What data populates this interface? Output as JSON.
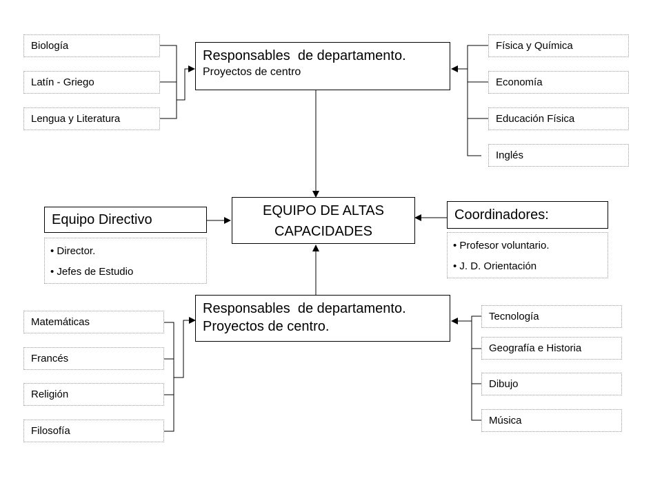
{
  "top_center": {
    "title": "Responsables  de departamento.",
    "subtitle": "Proyectos de centro"
  },
  "top_left_depts": [
    "Biología",
    "Latín - Griego",
    "Lengua y Literatura"
  ],
  "top_right_depts": [
    "Física y Química",
    "Economía",
    "Educación Física",
    "Inglés"
  ],
  "center": {
    "line1": "EQUIPO DE ALTAS",
    "line2": "CAPACIDADES"
  },
  "equipo_directivo": {
    "title": "Equipo Directivo",
    "items": [
      "• Director.",
      "• Jefes de Estudio"
    ]
  },
  "coordinadores": {
    "title": "Coordinadores:",
    "items": [
      "• Profesor voluntario.",
      "• J. D. Orientación"
    ]
  },
  "bottom_center": {
    "title": "Responsables  de departamento.",
    "subtitle": "Proyectos de centro."
  },
  "bottom_left_depts": [
    "Matemáticas",
    "Francés",
    "Religión",
    "Filosofía"
  ],
  "bottom_right_depts": [
    "Tecnología",
    "Geografía e Historia",
    "Dibujo",
    "Música"
  ]
}
